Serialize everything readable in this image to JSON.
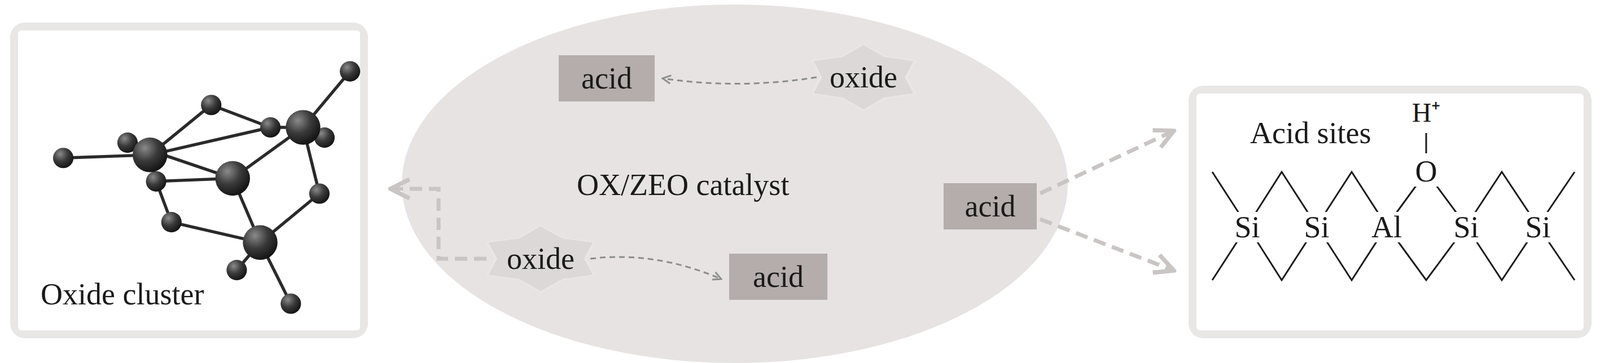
{
  "diagram": {
    "nodes": [
      {
        "text": [
          "Oxide cluster"
        ]
      },
      {
        "text": [
          "OX/ZEO catalyst"
        ]
      },
      {
        "text": [
          "acid"
        ],
        "in": 1
      },
      {
        "text": [
          "oxide"
        ],
        "in": 1
      },
      {
        "text": [
          "oxide"
        ],
        "in": 1
      },
      {
        "text": [
          "acid"
        ],
        "in": 1
      },
      {
        "text": [
          "acid"
        ],
        "in": 1
      },
      {
        "text": [
          "Acid sites"
        ]
      }
    ],
    "edges": [
      {
        "from": 3,
        "to": 2,
        "arrow": "to"
      },
      {
        "from": 4,
        "to": 5,
        "arrow": "to"
      },
      {
        "from": 4,
        "to": 0,
        "arrow": "to"
      },
      {
        "from": 6,
        "to": 7,
        "arrow": "to"
      },
      {
        "from": 6,
        "to": 7,
        "arrow": "to"
      }
    ],
    "labels": [
      "H⁺",
      "O",
      "Si",
      "Si",
      "Al",
      "Si",
      "Si"
    ]
  }
}
